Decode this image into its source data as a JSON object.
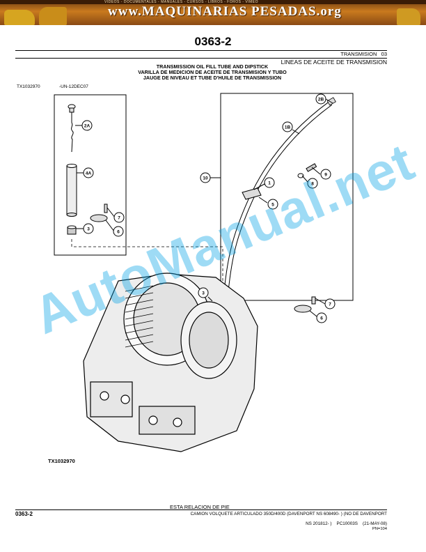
{
  "banner": {
    "tagline": "VIDEOS - DOCUMENTALES - MANUALES - CURSOS - LIBROS - FOROS - VIMEO",
    "site": "www.MAQUINARIAS PESADAS.org"
  },
  "header": {
    "page_code": "0363-2",
    "section": "TRANSMISION",
    "section_number": "03",
    "subsection": "LINEAS DE ACEITE DE TRANSMISION"
  },
  "titles": {
    "en": "TRANSMISSION OIL FILL TUBE AND DIPSTICK",
    "es": "VARILLA DE MEDICION DE ACEITE DE TRANSMISION Y TUBO",
    "fr": "JAUGE DE NIVEAU ET TUBE D'HUILE DE TRANSMISSION"
  },
  "figure": {
    "id": "TX1032970",
    "date_code": "-UN-12DEC07",
    "caption": "TX1032970",
    "callouts": [
      "2A",
      "4A",
      "7",
      "6",
      "3",
      "2B",
      "1B",
      "10",
      "1",
      "9",
      "8",
      "5",
      "3",
      "7",
      "6"
    ]
  },
  "watermark": "AutoManual.net",
  "footer": {
    "note": "ESTA RELACION DE PIE",
    "page_code": "0363-2",
    "model": "CAMION VOLQUETE ARTICULADO 350D/400D (DAVENPORT NS 608490- ) (NO DE DAVENPORT",
    "serial": "NS 201812- )",
    "catalog": "PC10003S",
    "date": "(21-MAY-08)",
    "pn": "PN=104"
  },
  "colors": {
    "banner": "#c97a1e",
    "watermark": "#00a0e6"
  }
}
